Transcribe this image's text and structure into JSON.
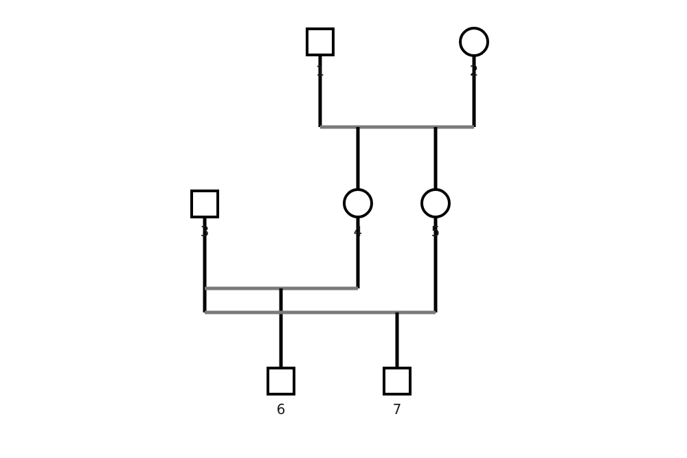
{
  "pedigree": {
    "colors": {
      "line": "#7a7a7a",
      "stroke": "#000000",
      "symbol_fill": "#ffffff",
      "label": "#1a1a1a"
    },
    "members": [
      {
        "id": "1",
        "label": "1",
        "sex": "male",
        "generation": 1
      },
      {
        "id": "2",
        "label": "2",
        "sex": "female",
        "generation": 1
      },
      {
        "id": "3",
        "label": "3",
        "sex": "male",
        "generation": 2
      },
      {
        "id": "4",
        "label": "4",
        "sex": "female",
        "generation": 2
      },
      {
        "id": "5",
        "label": "5",
        "sex": "female",
        "generation": 2
      },
      {
        "id": "6",
        "label": "6",
        "sex": "male",
        "generation": 3
      },
      {
        "id": "7",
        "label": "7",
        "sex": "male",
        "generation": 3
      }
    ],
    "unions": [
      {
        "id": "u1-2",
        "partners": [
          "1",
          "2"
        ],
        "children": [
          "4",
          "5"
        ]
      },
      {
        "id": "u3-4",
        "partners": [
          "3",
          "4"
        ],
        "children": [
          "6"
        ]
      },
      {
        "id": "u3-5",
        "partners": [
          "3",
          "5"
        ],
        "children": [
          "7"
        ]
      }
    ]
  }
}
